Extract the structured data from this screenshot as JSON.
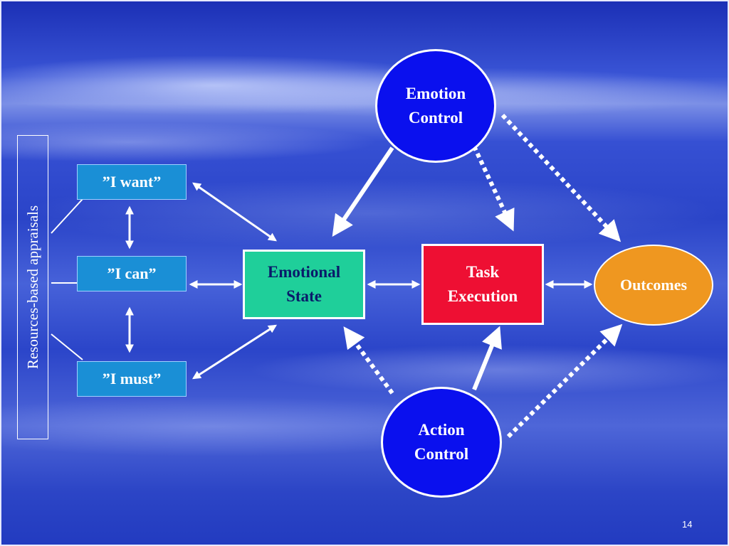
{
  "side_label": "Resources-based appraisals",
  "appraisals": {
    "want": "”I want”",
    "can": "”I can”",
    "must": "”I must”"
  },
  "nodes": {
    "emotional_state": "Emotional\nState",
    "task_execution": "Task\nExecution",
    "outcomes": "Outcomes",
    "emotion_control": "Emotion\nControl",
    "action_control": "Action\nControl"
  },
  "colors": {
    "appraisal_box": "#1a8fd6",
    "emotional_state": "#1fcf9a",
    "task_execution": "#ee0f33",
    "outcomes": "#ef9720",
    "control_circle": "#0a10ee",
    "arrow": "#ffffff"
  },
  "page_number": "14"
}
